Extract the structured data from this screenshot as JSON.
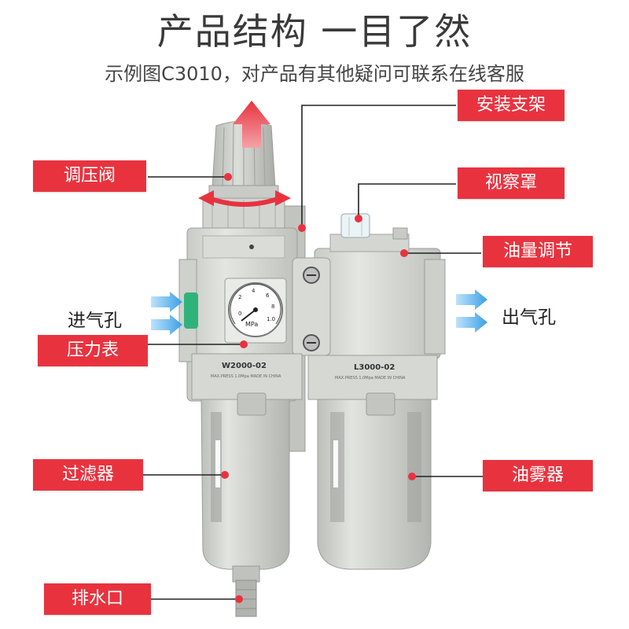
{
  "header": {
    "title": "产品结构 一目了然",
    "subtitle": "示例图C3010，对产品有其他疑问可联系在线客服"
  },
  "callouts": {
    "mount_bracket": "安装支架",
    "regulator_valve": "调压阀",
    "sight_dome": "视察罩",
    "oil_adjust": "油量调节",
    "air_inlet": "进气孔",
    "air_outlet": "出气孔",
    "pressure_gauge": "压力表",
    "filter": "过滤器",
    "lubricator": "油雾器",
    "drain_port": "排水口"
  },
  "product": {
    "filter_model": "W2000-02",
    "lubricator_model": "L3000-02",
    "gauge_unit": "MPa",
    "gauge_scale": [
      "0",
      "2",
      "4",
      "6",
      "8",
      "1.0"
    ],
    "small_print": "MAX.PRESS 1.0Mpa  MADE IN CHINA"
  },
  "colors": {
    "tag_red": "#e8333f",
    "arrow_blue": "#3aa0e6",
    "body_gray": "#d4d6d2",
    "gauge_ring_green": "#2fb37a"
  }
}
